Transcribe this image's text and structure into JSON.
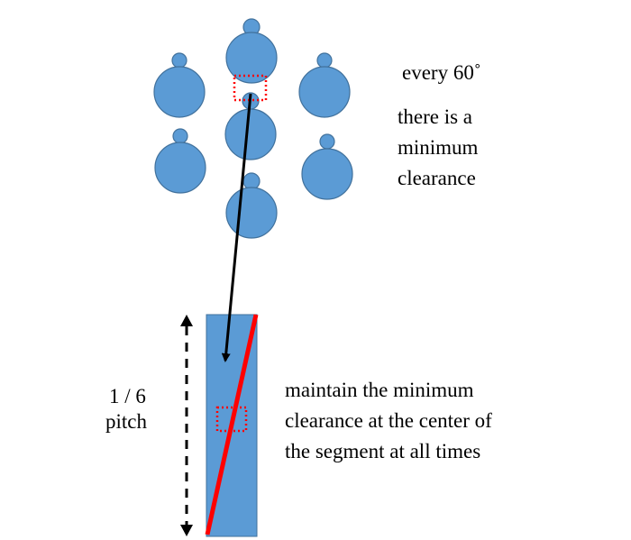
{
  "colors": {
    "circle_fill": "#5b9bd5",
    "circle_stroke": "#41719c",
    "segment_fill": "#5b9bd5",
    "red_line": "#ff0000",
    "arrow": "#000000",
    "dotted_box": "#ff0000"
  },
  "top_annotation": {
    "line1": "every 60˚",
    "line2": "there is a",
    "line3": "minimum",
    "line4": "clearance"
  },
  "pitch_annotation": {
    "line1": "1 / 6",
    "line2": "pitch"
  },
  "bottom_annotation": {
    "line1": "maintain the minimum",
    "line2": "clearance at the center of",
    "line3": "the segment at all times"
  }
}
